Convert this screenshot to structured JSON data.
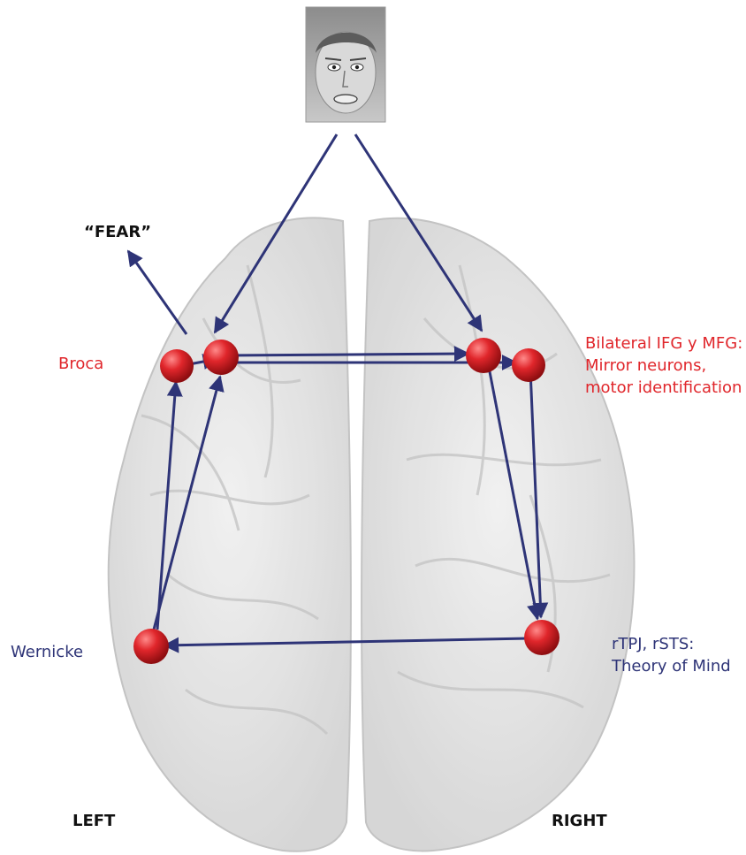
{
  "labels": {
    "fear": "“FEAR”",
    "broca": "Broca",
    "ifg_line1": "Bilateral IFG y MFG:",
    "ifg_line2": "Mirror neurons,",
    "ifg_line3": "motor identification",
    "wernicke": "Wernicke",
    "rtpj_line1": "rTPJ, rSTS:",
    "rtpj_line2": "Theory of Mind",
    "left": "LEFT",
    "right": "RIGHT"
  },
  "colors": {
    "node": "#e0262b",
    "arrow": "#2e3477",
    "red_label": "#e0262b",
    "blue_label": "#2e3477",
    "brain": "#dcdcdc"
  },
  "icons": {
    "face": "fearful-face-photo"
  }
}
